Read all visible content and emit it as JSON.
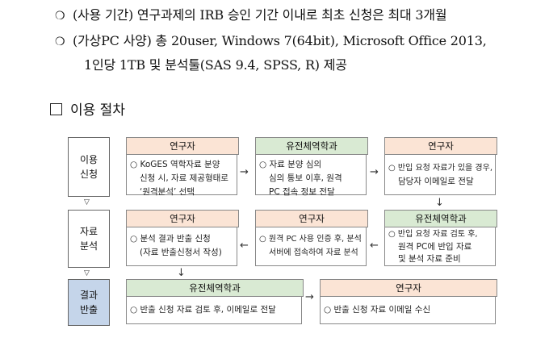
{
  "bullets": {
    "line1": "(사용 기간) 연구과제의 IRB 승인 기간 이내로 최초 신청은 최대 3개월",
    "line2": "(가상PC 사양) 총 20user, Windows 7(64bit), Microsoft Office 2013,",
    "line3": "1인당 1TB 및 분석툴(SAS 9.4, SPSS, R) 제공",
    "mark": "❍"
  },
  "section": {
    "title": "이용 절차",
    "checkbox_symbol": "□"
  },
  "phases": {
    "p1": [
      "이용",
      "신청"
    ],
    "p2": [
      "자료",
      "분석"
    ],
    "p3": [
      "결과",
      "반출"
    ],
    "down_symbol": "▽"
  },
  "steps": {
    "r1c1": {
      "header": "연구자",
      "lines": [
        "○  KoGES 역학자료 분양",
        "신청 시, 자료 제공형태로",
        "‘원격분석’ 선택"
      ]
    },
    "r1c2": {
      "header": "유전체역학과",
      "lines": [
        "○  자료 분양 심의",
        "심의 통보 이후, 원격",
        "PC 접속 정보 전달"
      ]
    },
    "r1c3": {
      "header": "연구자",
      "lines": [
        "○  반입 요청 자료가 있을 경우,",
        "담당자 이메일로 전달"
      ]
    },
    "r2c3": {
      "header": "유전체역학과",
      "lines": [
        "○  반입 요청 자료 검토 후,",
        "원격 PC에 반입 자료",
        "및 분석 자료 준비"
      ]
    },
    "r2c2": {
      "header": "연구자",
      "lines": [
        "○  원격 PC 사용 인증 후, 분석",
        "서버에 접속하여 자료 분석"
      ]
    },
    "r2c1": {
      "header": "연구자",
      "lines": [
        "○  분석 결과 반출 신청",
        "(자료 반출신청서 작성)"
      ]
    },
    "r3c1": {
      "header": "유전체역학과",
      "lines": [
        "○  반출 신청 자료 검토 후, 이메일로 전달"
      ]
    },
    "r3c2": {
      "header": "연구자",
      "lines": [
        "○  반출 신청 자료 이메일 수신"
      ]
    }
  },
  "arrows": {
    "right": "→",
    "left": "←",
    "down": "↓"
  },
  "colors": {
    "phase_blue": "#c5d5ea",
    "header_orange": "#fbe4d5",
    "header_green": "#d9ead3"
  }
}
